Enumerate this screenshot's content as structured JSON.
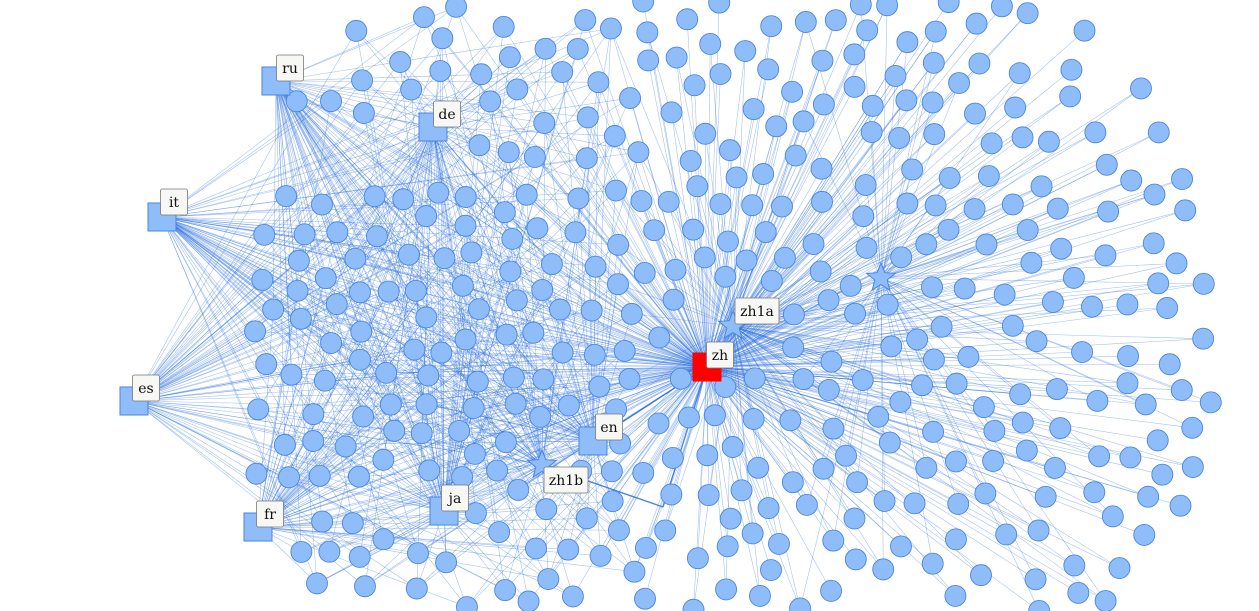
{
  "graph": {
    "colors": {
      "node_fill": "#8fbdfa",
      "node_stroke": "#4a86e0",
      "edge": "#2a6fe0",
      "highlight": "#ff0000",
      "label_bg": "#f7f7f4"
    },
    "labeled_nodes": [
      {
        "id": "ru",
        "label": "ru",
        "shape": "square"
      },
      {
        "id": "de",
        "label": "de",
        "shape": "square"
      },
      {
        "id": "it",
        "label": "it",
        "shape": "square"
      },
      {
        "id": "es",
        "label": "es",
        "shape": "square"
      },
      {
        "id": "fr",
        "label": "fr",
        "shape": "square"
      },
      {
        "id": "ja",
        "label": "ja",
        "shape": "square"
      },
      {
        "id": "en",
        "label": "en",
        "shape": "square"
      },
      {
        "id": "zh",
        "label": "zh",
        "shape": "square",
        "highlighted": true
      },
      {
        "id": "zh1a",
        "label": "zh1a",
        "shape": "star"
      },
      {
        "id": "zh1b",
        "label": "zh1b",
        "shape": "star"
      },
      {
        "id": "star3",
        "label": "",
        "shape": "star"
      }
    ]
  }
}
